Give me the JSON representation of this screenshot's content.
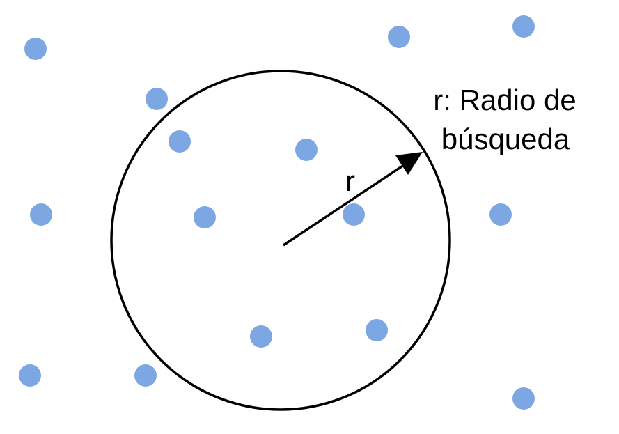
{
  "colors": {
    "point": "#7da7e3",
    "outline": "#000000"
  },
  "radius_label": "r",
  "caption_lines": [
    "r: Radio de",
    "búsqueda"
  ]
}
